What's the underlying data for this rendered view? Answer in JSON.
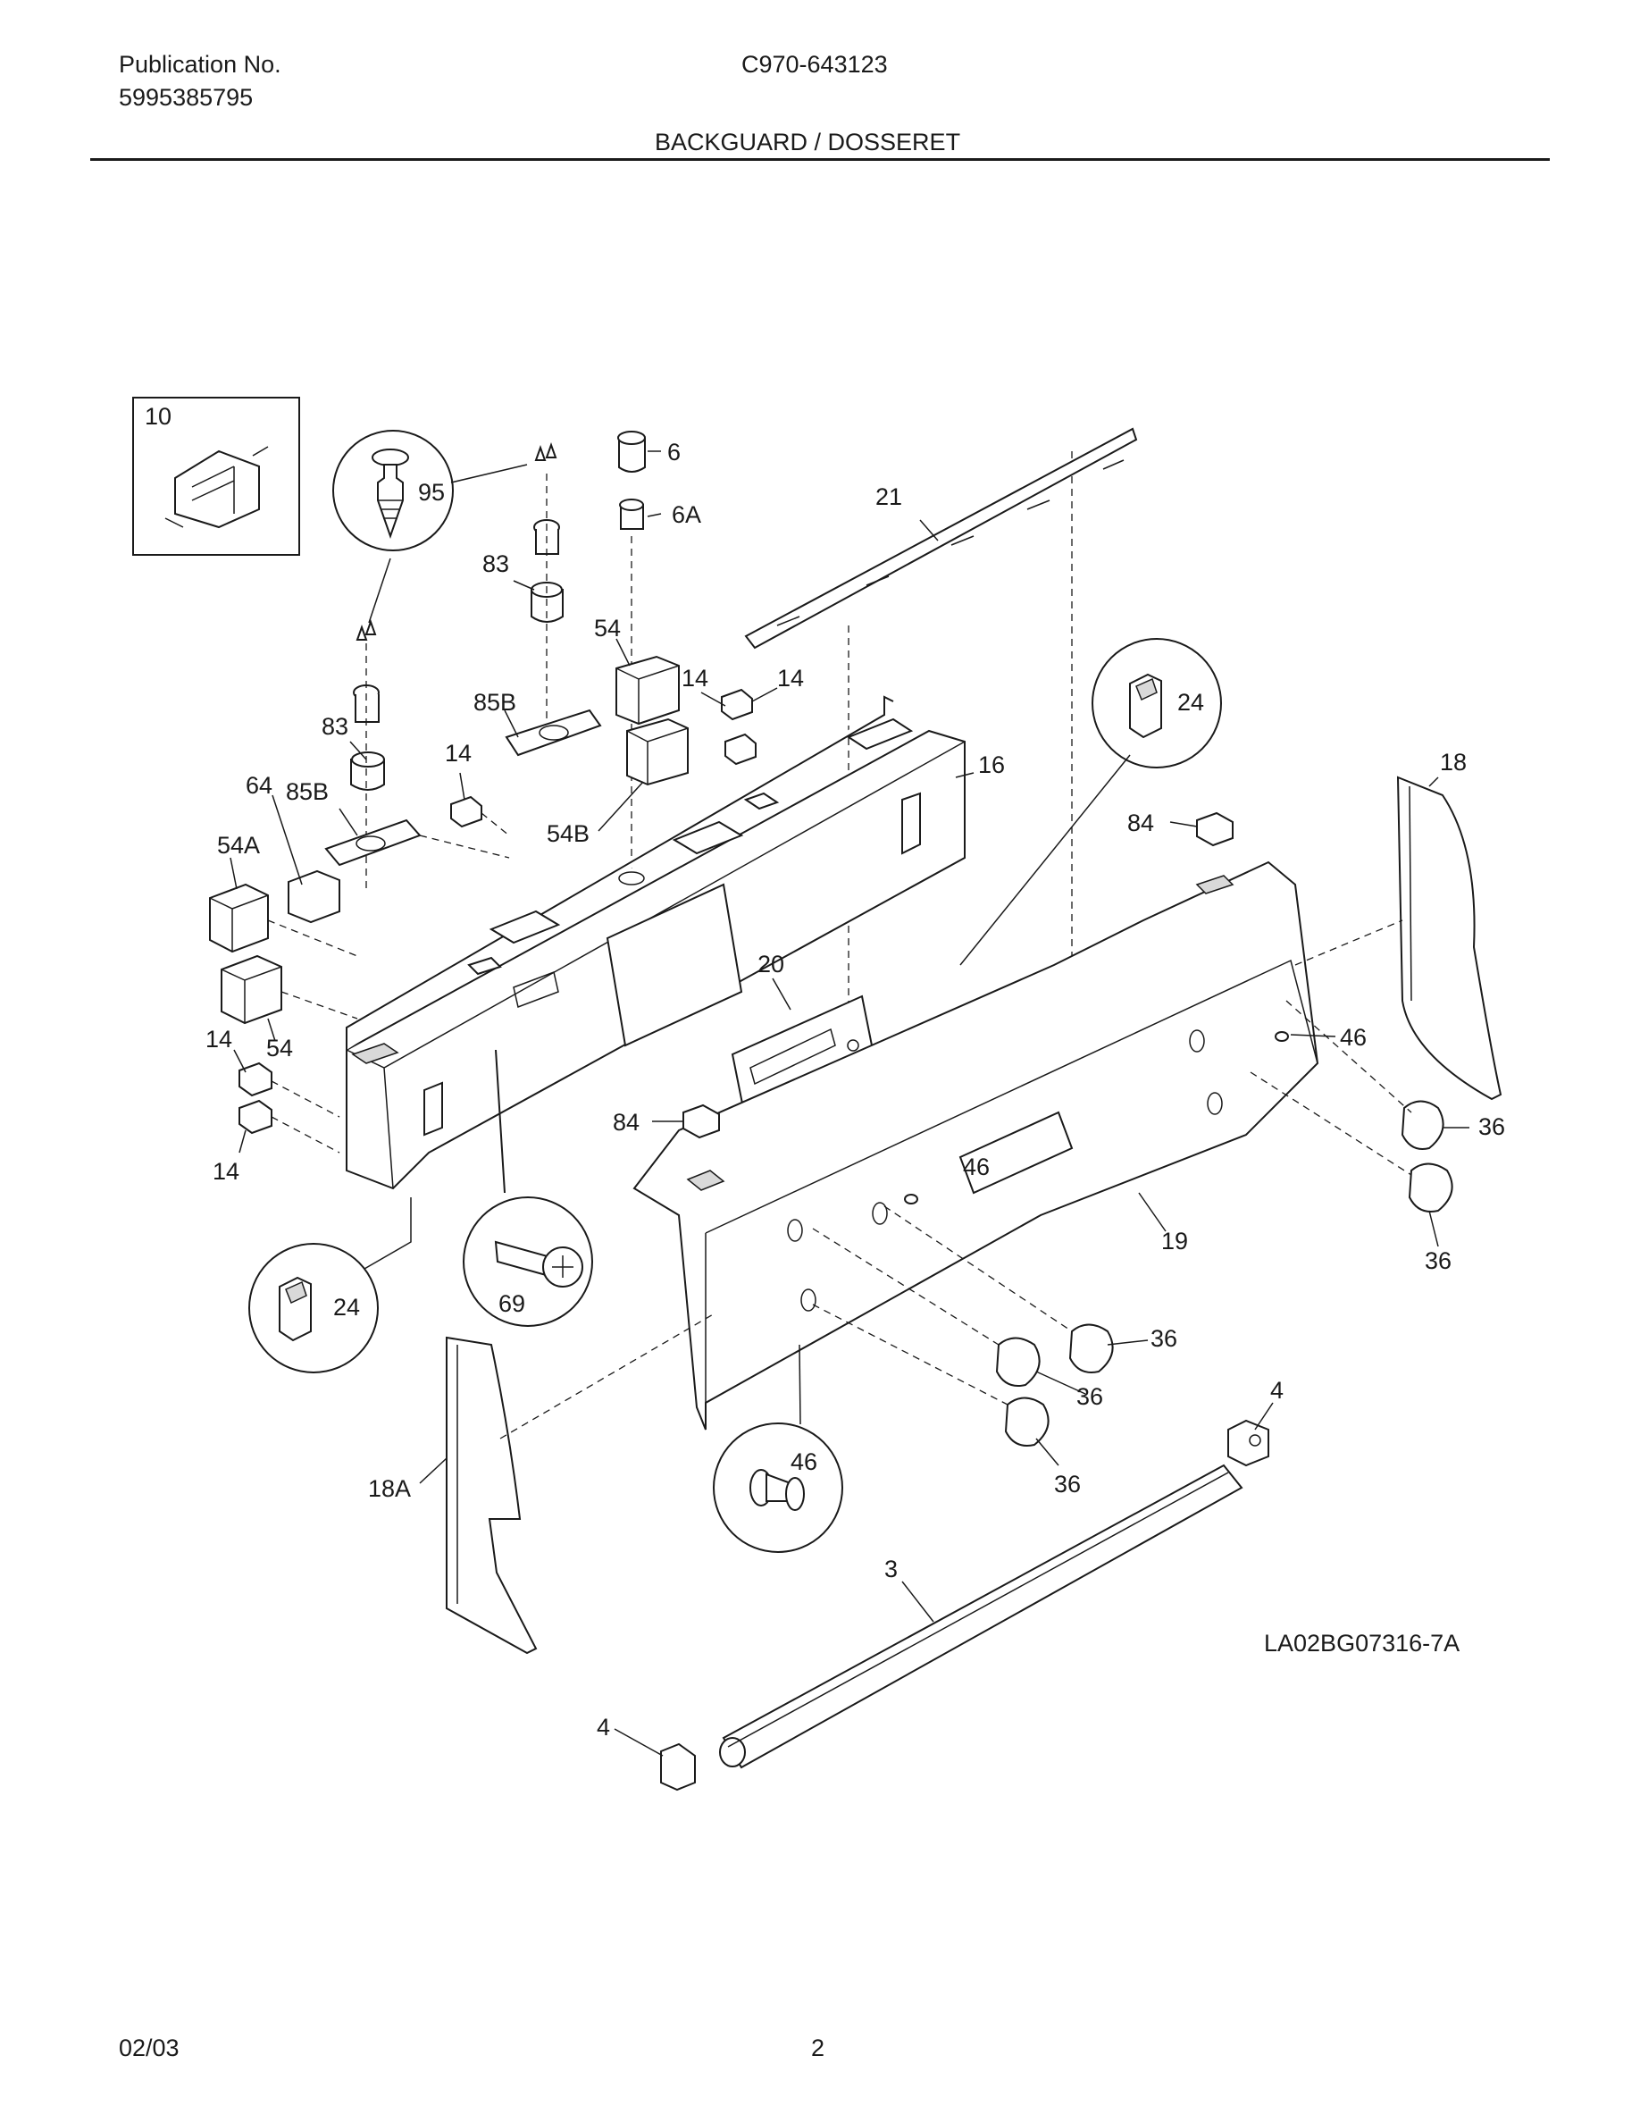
{
  "header": {
    "publication_label": "Publication No.",
    "publication_number": "5995385795",
    "model_number": "C970-643123",
    "section_title": "BACKGUARD / DOSSERET"
  },
  "footer": {
    "date": "02/03",
    "page": "2"
  },
  "diagram_code": "LA02BG07316-7A",
  "callouts": {
    "c10": "10",
    "c95": "95",
    "c6": "6",
    "c6a": "6A",
    "c21": "21",
    "c83a": "83",
    "c54a": "54",
    "c14a": "14",
    "c14b": "14",
    "c24a": "24",
    "c85ba": "85B",
    "c83b": "83",
    "c14c": "14",
    "c16": "16",
    "c64": "64",
    "c85bb": "85B",
    "c54b": "54B",
    "c18": "18",
    "c84a": "84",
    "c54a2": "54A",
    "c20": "20",
    "c46a": "46",
    "c14d": "14",
    "c54c": "54",
    "c36a": "36",
    "c84b": "84",
    "c46b": "46",
    "c14e": "14",
    "c19": "19",
    "c36b": "36",
    "c69": "69",
    "c24b": "24",
    "c36c": "36",
    "c36d": "36",
    "c4a": "4",
    "c18a": "18A",
    "c46c": "46",
    "c36e": "36",
    "c3": "3",
    "c4b": "4"
  }
}
